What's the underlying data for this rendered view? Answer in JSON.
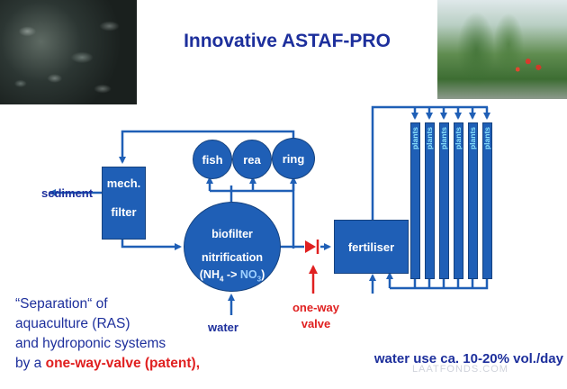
{
  "title": "Innovative ASTAF-PRO",
  "boxes": {
    "mech_filter_line1": "mech.",
    "mech_filter_line2": "filter",
    "fertiliser": "fertiliser"
  },
  "tanks": [
    "fish",
    "rea",
    "ring"
  ],
  "biofilter": {
    "line1": "biofilter",
    "line2": "nitrification",
    "line3_prefix": "(NH",
    "line3_sub1": "4",
    "line3_mid": " -> ",
    "line3_no": "NO",
    "line3_sub2": "3",
    "line3_suffix": ")"
  },
  "plant_columns": [
    "plants",
    "plants",
    "plants",
    "plants",
    "plants",
    "plants"
  ],
  "labels": {
    "sediment": "sediment",
    "water": "water",
    "valve_line1": "one-way",
    "valve_line2": "valve"
  },
  "caption": {
    "line1": "“Separation“ of",
    "line2": "aquaculture (RAS)",
    "line3": "and hydroponic systems",
    "line4_prefix": "by a ",
    "line4_red": "one-way-valve (patent)",
    "line4_suffix": ","
  },
  "water_use": "water use ca. 10-20% vol./day",
  "watermark": "LAATFONDS.COM",
  "colors": {
    "box_blue": "#1f5fb6",
    "arrow_blue": "#1f5fb6",
    "title_navy": "#1d2f9c",
    "valve_red": "#e02020",
    "plant_text": "#8de6ff"
  }
}
